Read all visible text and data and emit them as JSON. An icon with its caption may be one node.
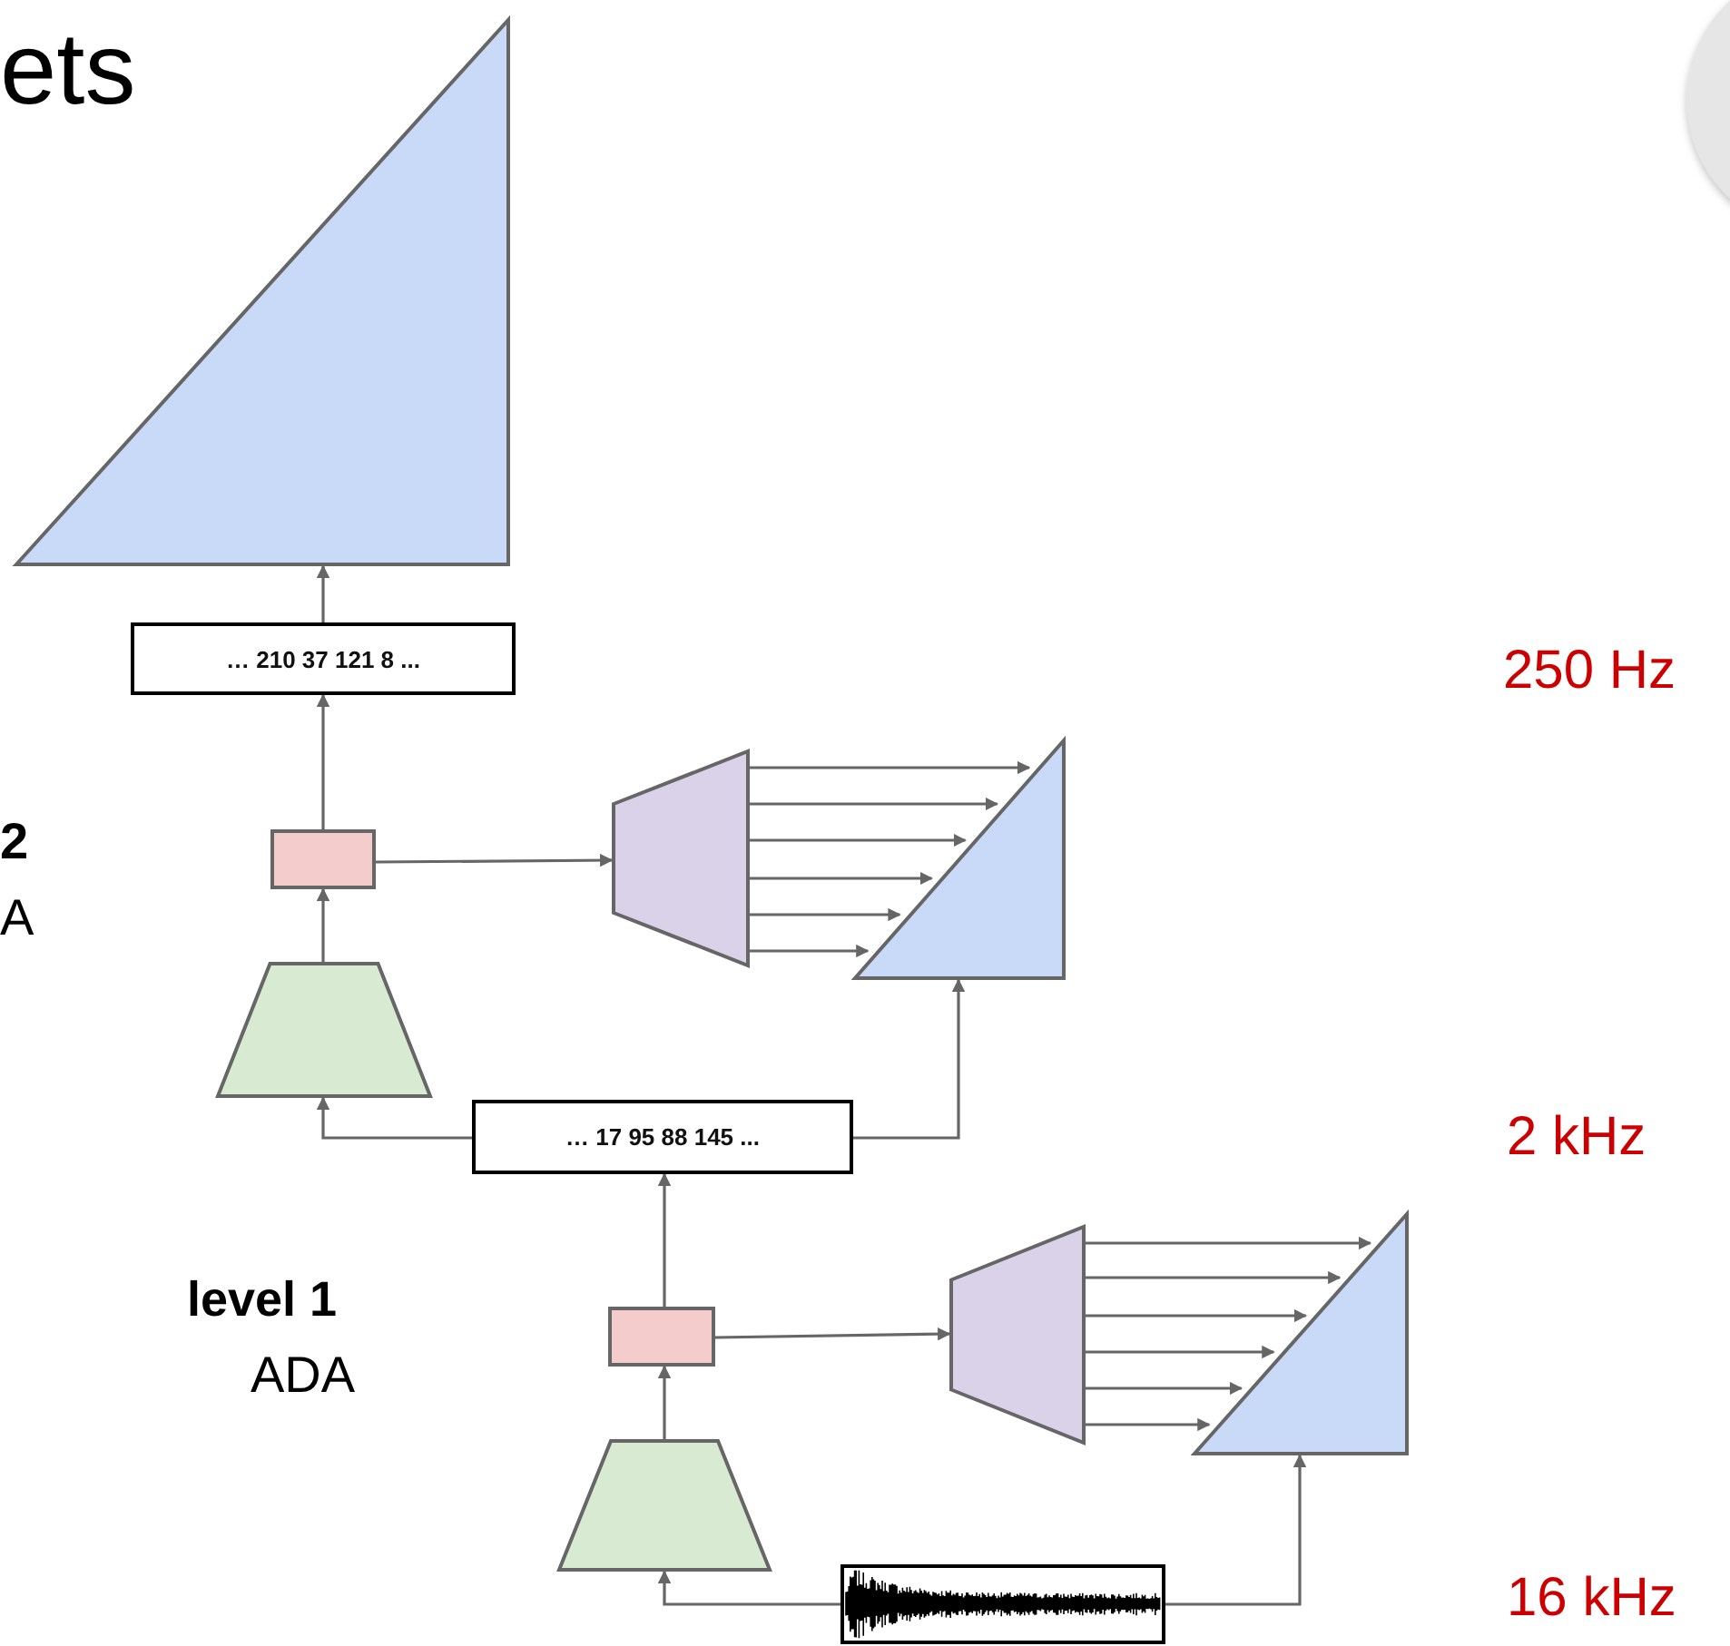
{
  "diagram": {
    "title": "ets",
    "nodes": [
      {
        "text": [],
        "shape": "triangle"
      },
      {
        "text": [
          "… 210 37 121 8 ..."
        ]
      },
      {
        "text": [],
        "shape": "box"
      },
      {
        "text": [],
        "shape": "trapezoid"
      },
      {
        "text": [],
        "shape": "triangle"
      },
      {
        "text": [],
        "shape": "trapezoid"
      },
      {
        "text": [
          "… 17 95 88 145 ..."
        ]
      },
      {
        "text": [],
        "shape": "box"
      },
      {
        "text": [],
        "shape": "trapezoid"
      },
      {
        "text": [],
        "shape": "triangle"
      },
      {
        "text": [],
        "shape": "trapezoid"
      },
      {
        "text": [],
        "shape": "picture"
      },
      {
        "text": [],
        "shape": "circle"
      }
    ],
    "edges": [
      {
        "from": 1,
        "to": 0,
        "arrow": "to"
      },
      {
        "from": 2,
        "to": 1,
        "arrow": "to"
      },
      {
        "from": 5,
        "to": 2,
        "arrow": "to"
      },
      {
        "from": 2,
        "to": 3,
        "arrow": "to"
      },
      {
        "from": 3,
        "to": 4,
        "arrow": "to"
      },
      {
        "from": 3,
        "to": 4,
        "arrow": "to"
      },
      {
        "from": 3,
        "to": 4,
        "arrow": "to"
      },
      {
        "from": 3,
        "to": 4,
        "arrow": "to"
      },
      {
        "from": 3,
        "to": 4,
        "arrow": "to"
      },
      {
        "from": 3,
        "to": 4,
        "arrow": "to"
      },
      {
        "from": 6,
        "to": 5,
        "arrow": "to"
      },
      {
        "from": 6,
        "to": 4,
        "arrow": "to"
      },
      {
        "from": 7,
        "to": 6,
        "arrow": "to"
      },
      {
        "from": 10,
        "to": 7,
        "arrow": "to"
      },
      {
        "from": 7,
        "to": 8,
        "arrow": "to"
      },
      {
        "from": 8,
        "to": 9,
        "arrow": "to"
      },
      {
        "from": 8,
        "to": 9,
        "arrow": "to"
      },
      {
        "from": 8,
        "to": 9,
        "arrow": "to"
      },
      {
        "from": 8,
        "to": 9,
        "arrow": "to"
      },
      {
        "from": 8,
        "to": 9,
        "arrow": "to"
      },
      {
        "from": 8,
        "to": 9,
        "arrow": "to"
      },
      {
        "from": 11,
        "to": 10,
        "arrow": "to"
      },
      {
        "from": 11,
        "to": 9,
        "arrow": "to"
      }
    ],
    "labels": [
      "2",
      "A",
      "level 1",
      "ADA",
      "250 Hz",
      "2 kHz",
      "16 kHz"
    ]
  }
}
